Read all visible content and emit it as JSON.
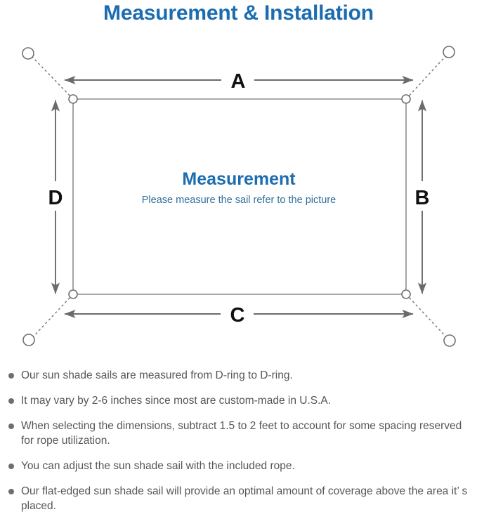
{
  "page": {
    "title": "Measurement & Installation",
    "title_color": "#1b6cb0",
    "background": "#ffffff"
  },
  "diagram": {
    "name": "sun-shade-sail-measurement-diagram",
    "caption_main": "Measurement",
    "caption_sub": "Please measure the sail refer to the picture",
    "caption_main_color": "#1b6cb0",
    "caption_sub_color": "#2e6f9e",
    "line_color": "#6b6b6b",
    "sail_edge_color": "#8a8a8a",
    "dimension_labels": [
      {
        "id": "A",
        "label": "A",
        "position": "top",
        "orientation": "horizontal"
      },
      {
        "id": "B",
        "label": "B",
        "position": "right",
        "orientation": "vertical"
      },
      {
        "id": "C",
        "label": "C",
        "position": "bottom",
        "orientation": "horizontal"
      },
      {
        "id": "D",
        "label": "D",
        "position": "left",
        "orientation": "vertical"
      }
    ],
    "corner_rings": [
      {
        "id": "top-left",
        "label": "D-ring"
      },
      {
        "id": "top-right",
        "label": "D-ring"
      },
      {
        "id": "bottom-left",
        "label": "D-ring"
      },
      {
        "id": "bottom-right",
        "label": "D-ring"
      }
    ],
    "anchor_points": [
      {
        "id": "anchor-top-left"
      },
      {
        "id": "anchor-top-right"
      },
      {
        "id": "anchor-bottom-left"
      },
      {
        "id": "anchor-bottom-right"
      }
    ]
  },
  "notes": [
    {
      "text": "Our sun shade sails are measured from D-ring to D-ring."
    },
    {
      "text": "It may vary by 2-6 inches since most are custom-made in U.S.A."
    },
    {
      "text": "When selecting the dimensions, subtract 1.5 to 2 feet to account for some spacing reserved for rope utilization."
    },
    {
      "text": "You can adjust the sun shade sail with the included rope."
    },
    {
      "text": "Our flat-edged sun shade sail will provide an optimal amount of coverage above the area it’ s placed."
    }
  ]
}
